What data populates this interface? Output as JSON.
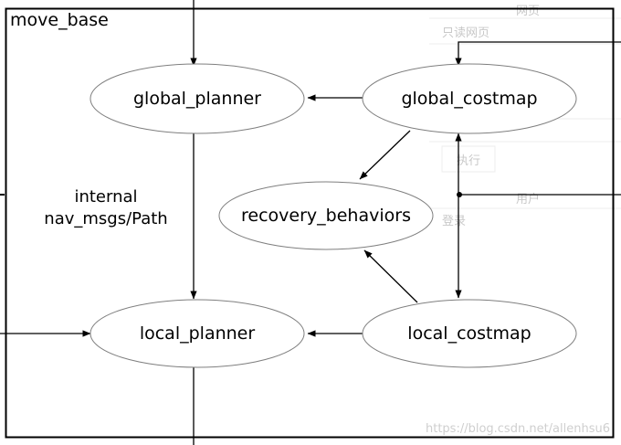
{
  "diagram": {
    "title": "move_base",
    "nodes": {
      "global_planner": "global_planner",
      "global_costmap": "global_costmap",
      "recovery_behaviors": "recovery_behaviors",
      "local_planner": "local_planner",
      "local_costmap": "local_costmap"
    },
    "edge_label": {
      "line1": "internal",
      "line2": "nav_msgs/Path"
    },
    "colors": {
      "line": "#000000",
      "ellipse_stroke": "#7f7f7f",
      "background": "#ffffff"
    }
  },
  "background_ui": {
    "items": [
      "网页",
      "只读网页",
      "执行",
      "用户",
      "登录"
    ],
    "watermark": "https://blog.csdn.net/allenhsu6"
  }
}
